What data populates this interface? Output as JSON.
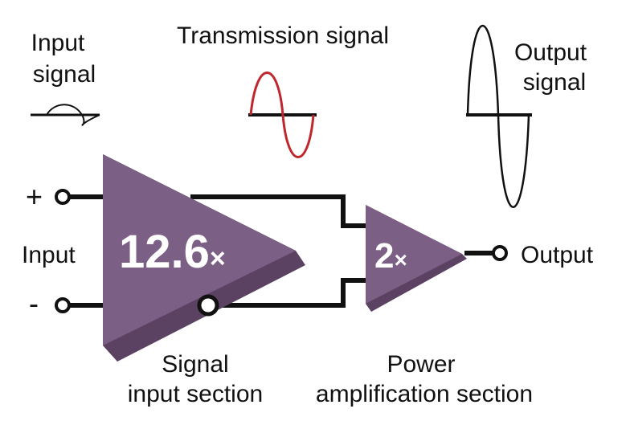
{
  "labels": {
    "input_signal_line1": "Input",
    "input_signal_line2": "signal",
    "transmission_signal": "Transmission signal",
    "output_signal_line1": "Output",
    "output_signal_line2": "signal",
    "plus_terminal": "+",
    "minus_terminal": "-",
    "input": "Input",
    "output": "Output",
    "signal_input_section_line1": "Signal",
    "signal_input_section_line2": "input section",
    "power_amp_section_line1": "Power",
    "power_amp_section_line2": "amplification section"
  },
  "amplifiers": {
    "first": {
      "gain_value": "12.6",
      "gain_suffix": "×"
    },
    "second": {
      "gain_value": "2",
      "gain_suffix": "×"
    }
  },
  "colors": {
    "amplifier_face": "#7c5f84",
    "amplifier_shadow": "#5b4263",
    "wire": "#111111",
    "transmission_wave": "#c0272d",
    "text": "#111111"
  }
}
